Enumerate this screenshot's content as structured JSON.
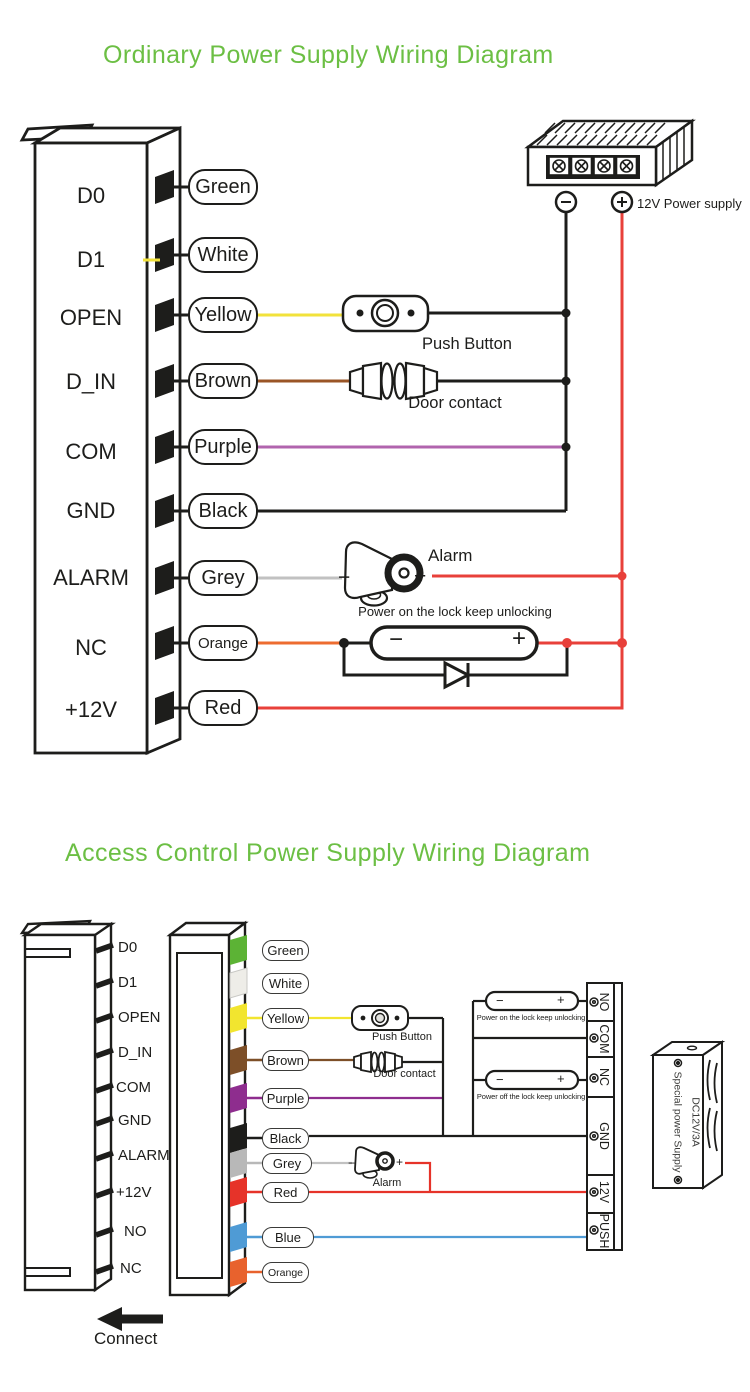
{
  "colors": {
    "title_green": "#6cbf44",
    "line_black": "#1d1d1b",
    "wire_green": "#5cb335",
    "wire_white": "#eeede8",
    "wire_yellow": "#f2e23b",
    "wire_brown_top": "#9a5526",
    "wire_brown": "#7d4f28",
    "wire_purple_top": "#b164ae",
    "wire_purple": "#8e2d8e",
    "wire_black": "#1d1d1b",
    "wire_grey": "#c1c1c1",
    "wire_orange": "#ed6c30",
    "wire_red": "#e8403a",
    "wire_blue": "#4f9bd5"
  },
  "symbols": {
    "minus": "−",
    "plus": "+"
  },
  "ordinary": {
    "title": "Ordinary Power Supply Wiring Diagram",
    "terminals": [
      "D0",
      "D1",
      "OPEN",
      "D_IN",
      "COM",
      "GND",
      "ALARM",
      "NC",
      "+12V"
    ],
    "wires": [
      "Green",
      "White",
      "Yellow",
      "Brown",
      "Purple",
      "Black",
      "Grey",
      "Orange",
      "Red"
    ],
    "push_button": "Push Button",
    "door_contact": "Door contact",
    "alarm": "Alarm",
    "lock_note": "Power on the lock keep unlocking",
    "power_supply": "12V Power supply"
  },
  "access": {
    "title": "Access Control Power Supply Wiring Diagram",
    "terminals": [
      "D0",
      "D1",
      "OPEN",
      "D_IN",
      "COM",
      "GND",
      "ALARM",
      "+12V",
      "NO",
      "NC"
    ],
    "wires": [
      "Green",
      "White",
      "Yellow",
      "Brown",
      "Purple",
      "Black",
      "Grey",
      "Red",
      "Blue",
      "Orange"
    ],
    "push_button": "Push Button",
    "door_contact": "Door contact",
    "alarm": "Alarm",
    "lock_on_note": "Power on the lock keep unlocking",
    "lock_off_note": "Power off the lock keep unlocking",
    "terminal_block": [
      "NO",
      "COM",
      "NC",
      "GND",
      "12V",
      "PUSH"
    ],
    "psu": {
      "line1": "DC12V/3A",
      "line2": "Special power Supply"
    },
    "connect": "Connect"
  }
}
